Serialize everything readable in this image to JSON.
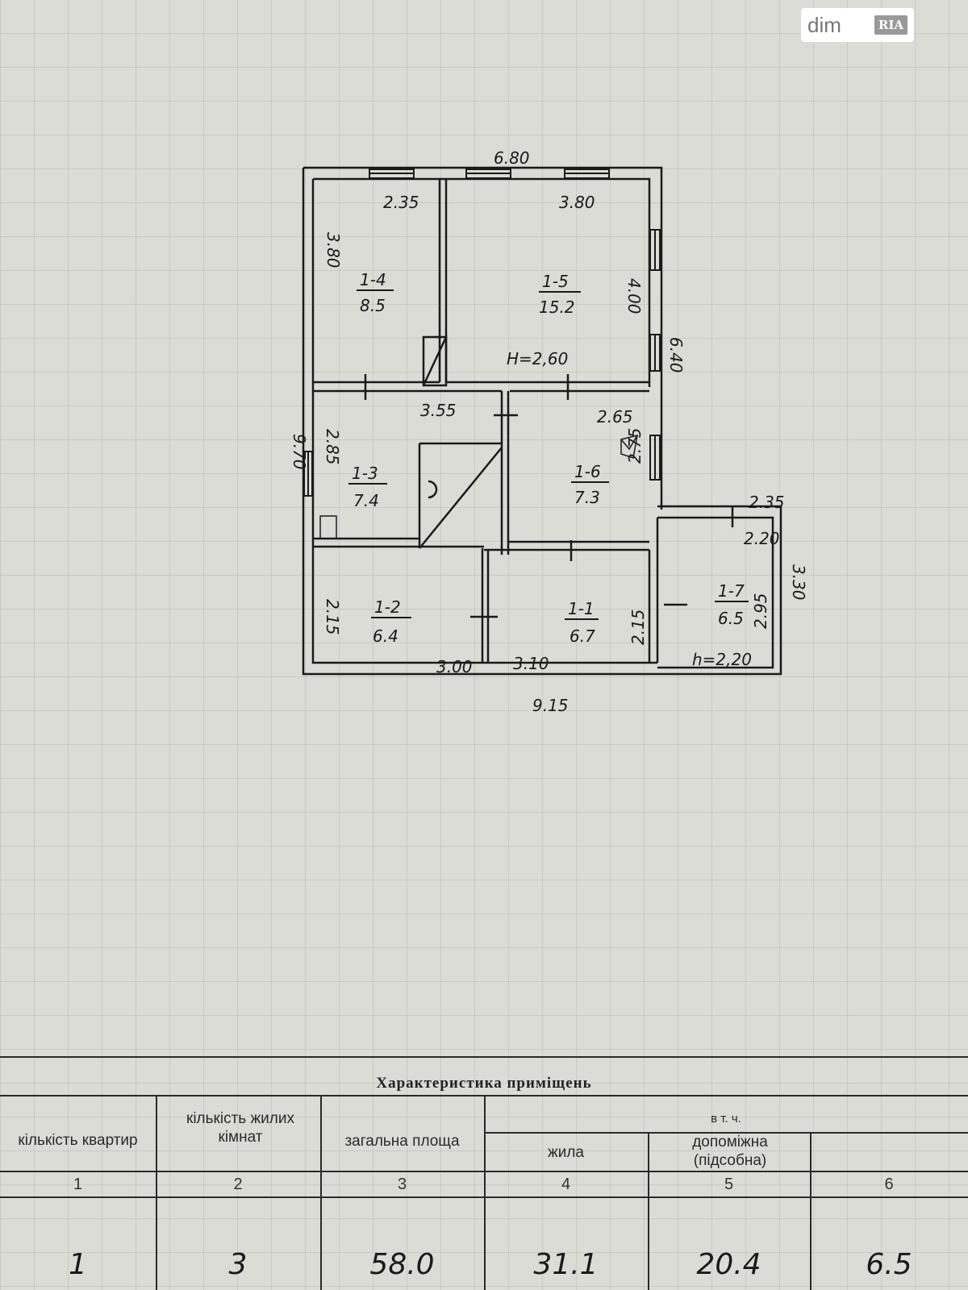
{
  "logo": {
    "text_dim": "dim",
    "text_ria": "RIA"
  },
  "plan": {
    "dims": {
      "top_total": "6.80",
      "left_total": "9.70",
      "right_upper": "6.40",
      "bottom_total": "9.15",
      "annex_right": "3.30",
      "r4_width": "2.35",
      "r4_height": "3.80",
      "r5_width": "3.80",
      "r5_height": "4.00",
      "corridor": "3.55",
      "r3_height": "2.85",
      "r6_width": "2.65",
      "r6_height": "2.75",
      "annex_top": "2.35",
      "r7_width": "2.20",
      "r7_height": "2.95",
      "r2_height": "2.15",
      "r2_width": "3.00",
      "r1_width": "3.10",
      "r1_height": "2.15"
    },
    "heights": {
      "main": "H=2,60",
      "annex": "h=2,20"
    },
    "rooms": [
      {
        "id": "1-4",
        "area": "8.5"
      },
      {
        "id": "1-5",
        "area": "15.2"
      },
      {
        "id": "1-3",
        "area": "7.4"
      },
      {
        "id": "1-6",
        "area": "7.3"
      },
      {
        "id": "1-2",
        "area": "6.4"
      },
      {
        "id": "1-1",
        "area": "6.7"
      },
      {
        "id": "1-7",
        "area": "6.5"
      }
    ]
  },
  "table": {
    "title": "Характеристика приміщень",
    "group_header": "в т. ч.",
    "headers": [
      "кількість квартир",
      "кількість жилих кімнат",
      "загальна площа",
      "жила",
      "допоміжна (підсобна)",
      ""
    ],
    "numbers": [
      "1",
      "2",
      "3",
      "4",
      "5",
      "6"
    ],
    "values": [
      "1",
      "3",
      "58.0",
      "31.1",
      "20.4",
      "6.5"
    ]
  }
}
